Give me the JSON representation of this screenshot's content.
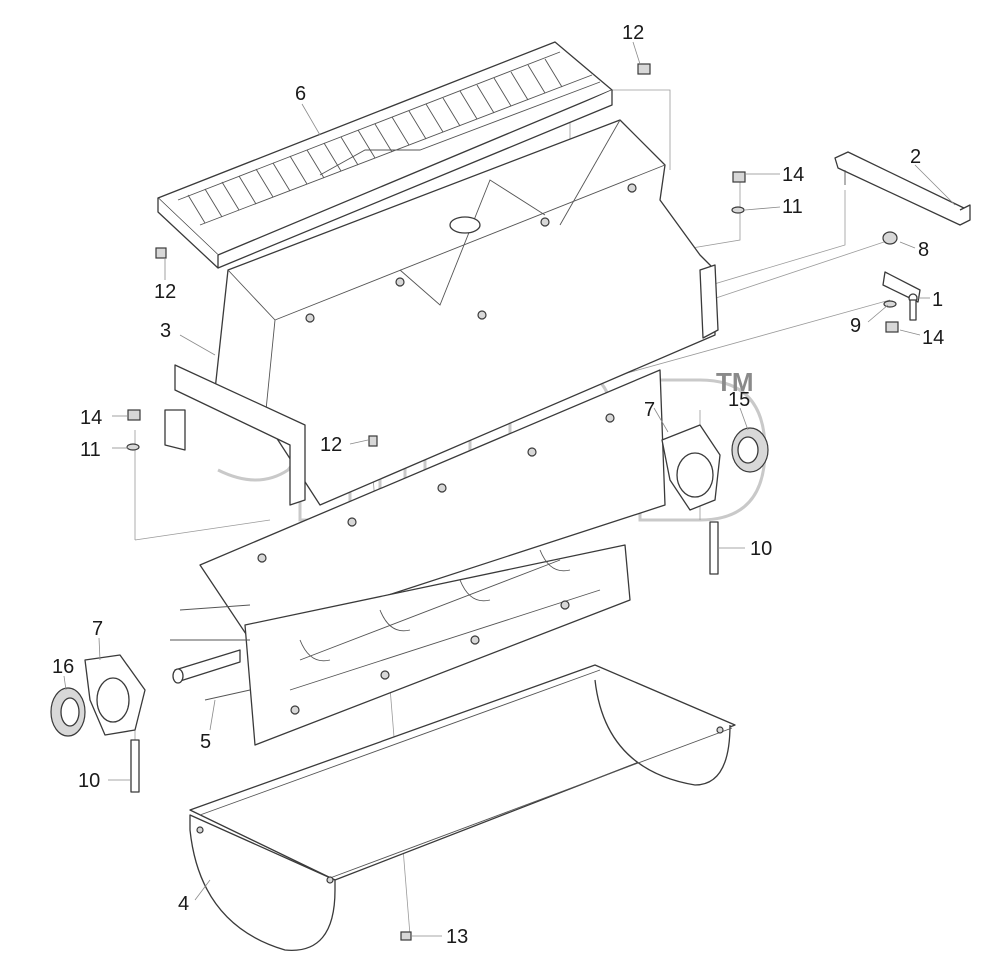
{
  "diagram": {
    "callouts": [
      {
        "id": "c-12-top",
        "label": "12"
      },
      {
        "id": "c-6",
        "label": "6"
      },
      {
        "id": "c-2",
        "label": "2"
      },
      {
        "id": "c-14-top",
        "label": "14"
      },
      {
        "id": "c-11-top",
        "label": "11"
      },
      {
        "id": "c-8",
        "label": "8"
      },
      {
        "id": "c-1",
        "label": "1"
      },
      {
        "id": "c-9",
        "label": "9"
      },
      {
        "id": "c-14-right",
        "label": "14"
      },
      {
        "id": "c-12-left",
        "label": "12"
      },
      {
        "id": "c-3",
        "label": "3"
      },
      {
        "id": "c-14-left",
        "label": "14"
      },
      {
        "id": "c-11-left",
        "label": "11"
      },
      {
        "id": "c-12-mid",
        "label": "12"
      },
      {
        "id": "c-7-right",
        "label": "7"
      },
      {
        "id": "c-15",
        "label": "15"
      },
      {
        "id": "c-10-right",
        "label": "10"
      },
      {
        "id": "c-7-left",
        "label": "7"
      },
      {
        "id": "c-16",
        "label": "16"
      },
      {
        "id": "c-5",
        "label": "5"
      },
      {
        "id": "c-10-left",
        "label": "10"
      },
      {
        "id": "c-4",
        "label": "4"
      },
      {
        "id": "c-13",
        "label": "13"
      }
    ],
    "watermark": {
      "trademark": "TM"
    }
  }
}
